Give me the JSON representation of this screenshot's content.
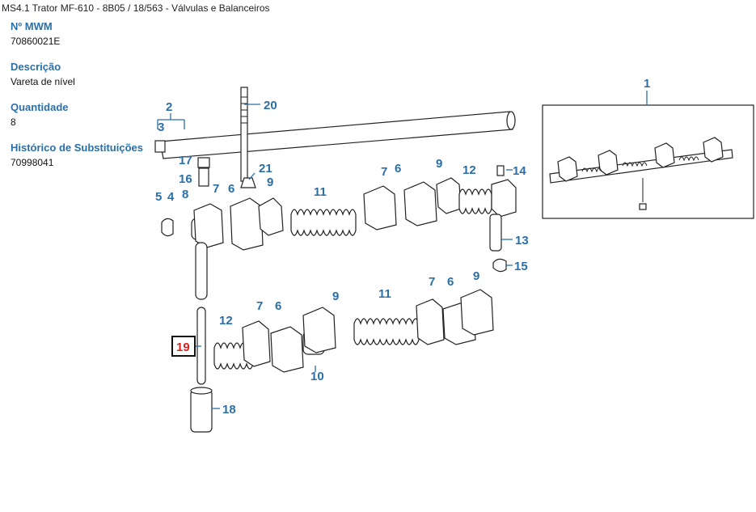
{
  "breadcrumb": "MS4.1 Trator MF-610 - 8B05  /  18/563 - Válvulas e Balanceiros",
  "fields": {
    "mwm_label": "Nº MWM",
    "mwm_value": "70860021E",
    "desc_label": "Descrição",
    "desc_value": "Vareta de nível",
    "qty_label": "Quantidade",
    "qty_value": "8",
    "hist_label": "Histórico de Substituições",
    "hist_value": "70998041"
  },
  "diagram": {
    "selected_callout": "19",
    "callouts": {
      "c1": "1",
      "c2": "2",
      "c3": "3",
      "c4": "4",
      "c5": "5",
      "c6a": "6",
      "c6b": "6",
      "c6c": "6",
      "c6d": "6",
      "c7a": "7",
      "c7b": "7",
      "c7c": "7",
      "c7d": "7",
      "c8": "8",
      "c9a": "9",
      "c9b": "9",
      "c9c": "9",
      "c9d": "9",
      "c10": "10",
      "c11a": "11",
      "c11b": "11",
      "c12a": "12",
      "c12b": "12",
      "c13": "13",
      "c14": "14",
      "c15": "15",
      "c16": "16",
      "c17": "17",
      "c18": "18",
      "c19": "19",
      "c20": "20",
      "c21": "21"
    },
    "colors": {
      "callout": "#2a6fa8",
      "selected": "#e0201c",
      "label": "#2a6fa8"
    }
  }
}
